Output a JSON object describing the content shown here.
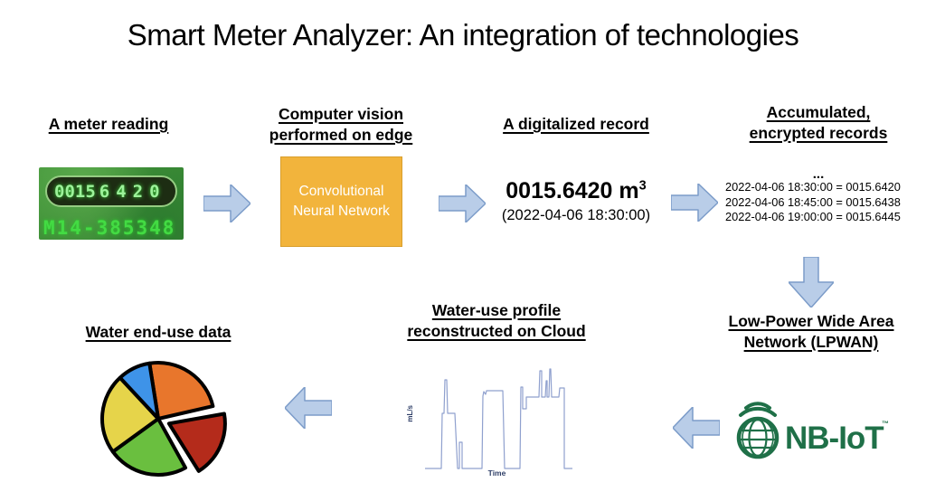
{
  "title": "Smart Meter Analyzer: An integration of technologies",
  "colors": {
    "arrow_fill": "#B9CDE8",
    "arrow_stroke": "#7C9CC9",
    "cnn_box": "#F2B43C",
    "cnn_border": "#D99E2B",
    "logo_green": "#1F7048",
    "profile_line": "#8FA0CE"
  },
  "sections": {
    "meter": {
      "heading": "A meter reading",
      "digits_main": "0015",
      "digits_spaced": "6420",
      "serial": "M14-385348"
    },
    "cnn": {
      "heading_line1": "Computer vision",
      "heading_line2": "performed on edge",
      "box_line1": "Convolutional",
      "box_line2": "Neural Network"
    },
    "record": {
      "heading": "A digitalized record",
      "value": "0015.6420 m",
      "value_exponent": "3",
      "timestamp": "(2022-04-06 18:30:00)"
    },
    "records": {
      "heading_line1": "Accumulated,",
      "heading_line2": "encrypted records",
      "ellipsis": "...",
      "rows": [
        "2022-04-06 18:30:00 = 0015.6420",
        "2022-04-06 18:45:00 = 0015.6438",
        "2022-04-06 19:00:00 = 0015.6445"
      ]
    },
    "lpwan": {
      "heading_line1": "Low-Power Wide Area",
      "heading_line2": "Network (LPWAN)",
      "logo_text": "NB-IoT",
      "logo_tm": "™"
    },
    "profile": {
      "heading_line1": "Water-use profile",
      "heading_line2": "reconstructed on Cloud",
      "ylabel": "mL/s",
      "xlabel": "Time"
    },
    "enduse": {
      "heading": "Water end-use data"
    }
  },
  "chart_data": [
    {
      "name": "water-use-profile",
      "type": "line",
      "title": "Water-use profile reconstructed on Cloud",
      "xlabel": "Time",
      "ylabel": "mL/s",
      "axes_ticks": "none",
      "grid": false,
      "description": "Step-like intermittent water flow pulses over time, baseline zero with rectangular use events and narrow spikes",
      "points": [
        [
          8,
          120
        ],
        [
          26,
          120
        ],
        [
          27,
          59
        ],
        [
          29,
          59
        ],
        [
          30,
          22
        ],
        [
          32,
          22
        ],
        [
          33,
          59
        ],
        [
          41,
          59
        ],
        [
          44,
          120
        ],
        [
          46,
          120
        ],
        [
          46,
          91
        ],
        [
          49,
          91
        ],
        [
          49,
          120
        ],
        [
          71,
          120
        ],
        [
          72,
          40
        ],
        [
          73,
          35
        ],
        [
          75,
          38
        ],
        [
          76,
          34
        ],
        [
          94,
          34
        ],
        [
          96,
          120
        ],
        [
          113,
          120
        ],
        [
          114,
          30
        ],
        [
          116,
          30
        ],
        [
          116,
          54
        ],
        [
          120,
          54
        ],
        [
          120,
          41
        ],
        [
          134,
          41
        ],
        [
          135,
          12
        ],
        [
          137,
          12
        ],
        [
          137,
          41
        ],
        [
          141,
          41
        ],
        [
          142,
          23
        ],
        [
          143,
          23
        ],
        [
          143,
          41
        ],
        [
          145,
          41
        ],
        [
          146,
          10
        ],
        [
          147,
          10
        ],
        [
          148,
          41
        ],
        [
          156,
          41
        ],
        [
          157,
          31
        ],
        [
          162,
          31
        ],
        [
          162,
          120
        ],
        [
          171,
          120
        ]
      ]
    },
    {
      "name": "water-end-use",
      "type": "pie",
      "title": "Water end-use data",
      "legend": "none",
      "slices": [
        {
          "color": "#E8762C",
          "start_deg": -9,
          "end_deg": 77,
          "approx_percent": 24,
          "exploded": false
        },
        {
          "color": "#B42B1B",
          "start_deg": 80,
          "end_deg": 148,
          "approx_percent": 19,
          "exploded": true
        },
        {
          "color": "#6ABF3F",
          "start_deg": 151,
          "end_deg": 234,
          "approx_percent": 23,
          "exploded": false
        },
        {
          "color": "#E6D44A",
          "start_deg": 234,
          "end_deg": 317,
          "approx_percent": 23,
          "exploded": false
        },
        {
          "color": "#3E93E8",
          "start_deg": 317,
          "end_deg": 351,
          "approx_percent": 11,
          "exploded": false
        }
      ]
    }
  ]
}
